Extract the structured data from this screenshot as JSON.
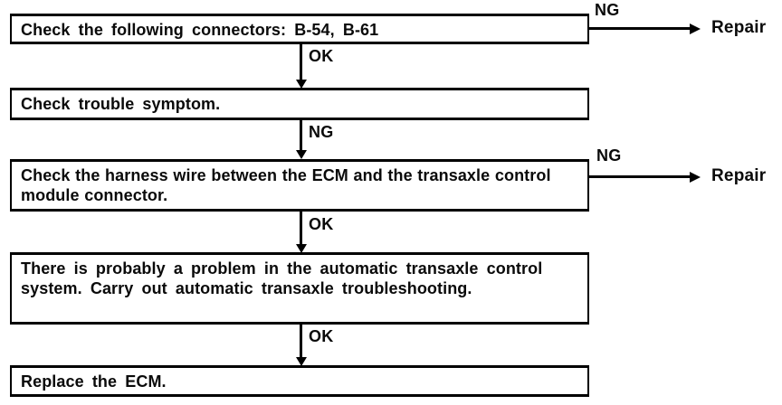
{
  "flowchart": {
    "boxes": [
      {
        "text": "Check the following connectors: B-54, B-61"
      },
      {
        "text": "Check trouble symptom."
      },
      {
        "text": "Check the harness wire between the ECM and the transaxle control module connector."
      },
      {
        "text": "There is probably a problem in the automatic transaxle control system. Carry out automatic transaxle troubleshooting."
      },
      {
        "text": "Replace the ECM."
      }
    ],
    "down_connectors": [
      {
        "label": "OK"
      },
      {
        "label": "NG"
      },
      {
        "label": "OK"
      },
      {
        "label": "OK"
      }
    ],
    "branches": [
      {
        "label": "NG",
        "target": "Repair"
      },
      {
        "label": "NG",
        "target": "Repair"
      }
    ],
    "colors": {
      "line": "#000000",
      "background": "#ffffff",
      "text": "#0a0a0a"
    }
  }
}
